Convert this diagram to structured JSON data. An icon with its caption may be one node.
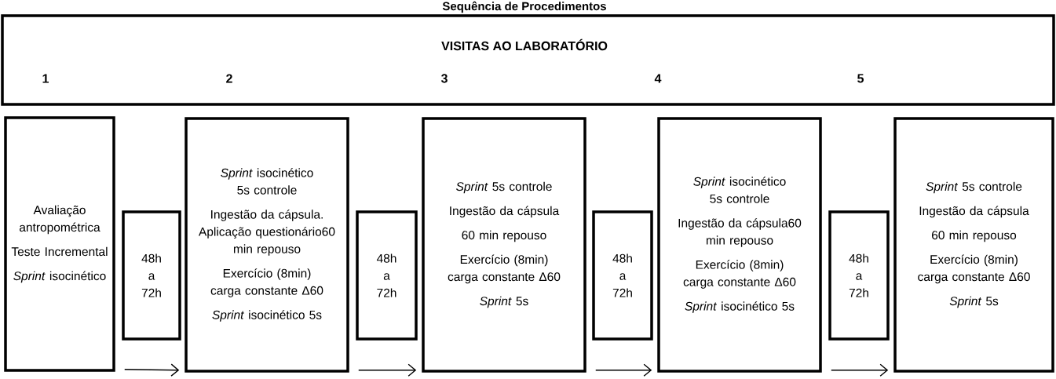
{
  "diagram": {
    "title": "Sequência de Procedimentos",
    "nodes": [
      {
        "text": [
          "VISITAS AO LABORATÓRIO",
          "1",
          "2",
          "3",
          "4",
          "5"
        ]
      },
      {
        "text": [
          "Avaliação antropométrica",
          "Teste Incremental",
          "*Sprint* isocinético"
        ]
      },
      {
        "text": [
          "48h a 72h"
        ]
      },
      {
        "text": [
          "*Sprint* isocinético 5s controle",
          "Ingestão da cápsula. Aplicação questionário60 min repouso",
          "Exercício (8min) carga constante Δ60",
          "*Sprint* isocinético 5s"
        ]
      },
      {
        "text": [
          "48h a 72h"
        ]
      },
      {
        "text": [
          "*Sprint* 5s controle",
          "Ingestão da cápsula",
          "60 min repouso",
          "Exercício (8min) carga constante Δ60",
          "*Sprint* 5s"
        ]
      },
      {
        "text": [
          "48h a 72h"
        ]
      },
      {
        "text": [
          "*Sprint* isocinético 5s controle",
          "Ingestão da cápsula60 min repouso",
          "Exercício (8min) carga constante Δ60",
          "*Sprint* isocinético 5s"
        ]
      },
      {
        "text": [
          "48h a 72h"
        ]
      },
      {
        "text": [
          "*Sprint* 5s controle",
          "Ingestão da cápsula",
          "60 min repouso",
          "Exercício (8min) carga constante Δ60",
          "*Sprint* 5s"
        ]
      }
    ],
    "edges": [
      {
        "from": 1,
        "to": 3,
        "arrow": "to"
      },
      {
        "from": 3,
        "to": 5,
        "arrow": "to"
      },
      {
        "from": 5,
        "to": 7,
        "arrow": "to"
      },
      {
        "from": 7,
        "to": 9,
        "arrow": "to"
      }
    ]
  }
}
